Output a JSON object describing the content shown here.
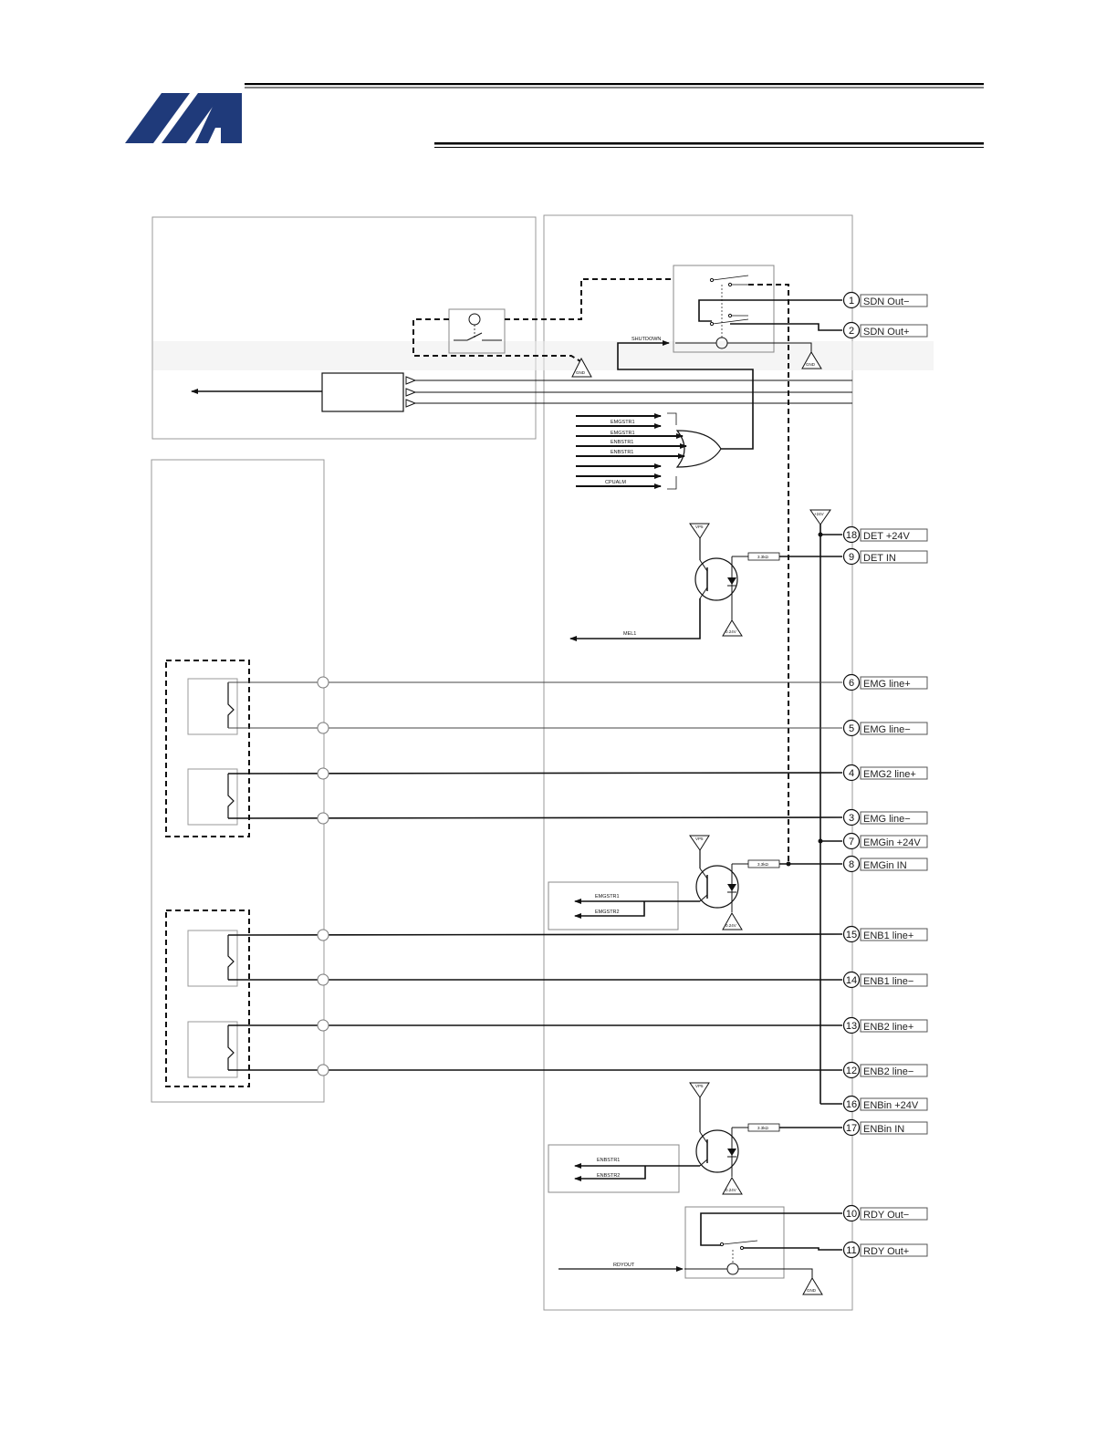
{
  "logo": {
    "brand_color": "#1f3a7a"
  },
  "header": {
    "rule_color": "#000000"
  },
  "signals": {
    "shutdown": "SHUTDOWN",
    "gnd": "GND",
    "vp": "VP5",
    "plus24": "+24V",
    "gnd24": "0.24V",
    "resistor": "3.3kΩ",
    "rdyout": "RDYOUT",
    "mel1": "MEL1"
  },
  "or_inputs": [
    "EMGSTR1",
    "EMGSTR1",
    "ENBSTR1",
    "ENBSTR1",
    "CPUALM"
  ],
  "emg_outputs": [
    "EMGSTR1",
    "EMGSTR2"
  ],
  "enb_outputs": [
    "ENBSTR1",
    "ENBSTR2"
  ],
  "pins": [
    {
      "num": "1",
      "label": "SDN  Out−"
    },
    {
      "num": "2",
      "label": "SDN  Out+"
    },
    {
      "num": "18",
      "label": "DET  +24V"
    },
    {
      "num": "9",
      "label": "DET  IN"
    },
    {
      "num": "6",
      "label": "EMG  line+"
    },
    {
      "num": "5",
      "label": "EMG  line−"
    },
    {
      "num": "4",
      "label": "EMG2  line+"
    },
    {
      "num": "3",
      "label": "EMG  line−"
    },
    {
      "num": "7",
      "label": "EMGin  +24V"
    },
    {
      "num": "8",
      "label": "EMGin  IN"
    },
    {
      "num": "15",
      "label": "ENB1  line+"
    },
    {
      "num": "14",
      "label": "ENB1  line−"
    },
    {
      "num": "13",
      "label": "ENB2  line+"
    },
    {
      "num": "12",
      "label": "ENB2  line−"
    },
    {
      "num": "16",
      "label": "ENBin  +24V"
    },
    {
      "num": "17",
      "label": "ENBin  IN"
    },
    {
      "num": "10",
      "label": "RDY  Out−"
    },
    {
      "num": "11",
      "label": "RDY  Out+"
    }
  ]
}
